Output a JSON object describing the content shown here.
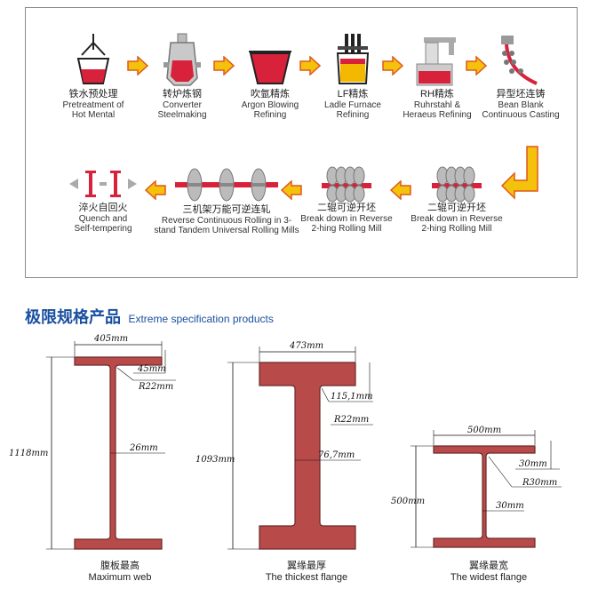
{
  "process": {
    "steps": [
      {
        "cn": "铁水预处理",
        "en": [
          "Pretreatment of",
          "Hot Mental"
        ]
      },
      {
        "cn": "转炉炼钢",
        "en": [
          "Converter",
          "Steelmaking"
        ]
      },
      {
        "cn": "吹氩精炼",
        "en": [
          "Argon Blowing",
          "Refining"
        ]
      },
      {
        "cn": "LF精炼",
        "en": [
          "Ladle Furnace",
          "Refining"
        ]
      },
      {
        "cn": "RH精炼",
        "en": [
          "Ruhrstahl &",
          "Heraeus Refining"
        ]
      },
      {
        "cn": "异型坯连铸",
        "en": [
          "Bean Blank",
          "Continuous Casting"
        ]
      },
      {
        "cn": "二辊可逆开坯",
        "en": [
          "Break down in Reverse",
          "2-hing Rolling Mill"
        ]
      },
      {
        "cn": "二辊可逆开坯",
        "en": [
          "Break down in Reverse",
          "2-hing Rolling Mill"
        ]
      },
      {
        "cn": "三机架万能可逆连轧",
        "en": [
          "Reverse Continuous Rolling in 3-",
          "stand Tandem Universal Rolling Mills"
        ]
      },
      {
        "cn": "淬火自回火",
        "en": [
          "Quench and",
          "Self-tempering"
        ]
      }
    ]
  },
  "section": {
    "title_cn": "极限规格产品",
    "title_en": "Extreme specification products"
  },
  "products": [
    {
      "cn": "腹板最高",
      "en": "Maximum web",
      "flange_width": "405mm",
      "flange_thickness": "45mm",
      "radius": "R22mm",
      "web": "26mm",
      "height": "1118mm"
    },
    {
      "cn": "翼缘最厚",
      "en": "The thickest flange",
      "flange_width": "473mm",
      "flange_thickness": "115,1mm",
      "radius": "R22mm",
      "web": "76,7mm",
      "height": "1093mm"
    },
    {
      "cn": "翼缘最宽",
      "en": "The widest flange",
      "flange_width": "500mm",
      "flange_thickness": "30mm",
      "radius": "R30mm",
      "web": "30mm",
      "height": "500mm"
    }
  ],
  "colors": {
    "steel": "#b94a4a",
    "steel_edge": "#7a2a2a",
    "arrow": "#f4c20d",
    "arrow_edge": "#e0581b",
    "title": "#1a4fa0"
  }
}
